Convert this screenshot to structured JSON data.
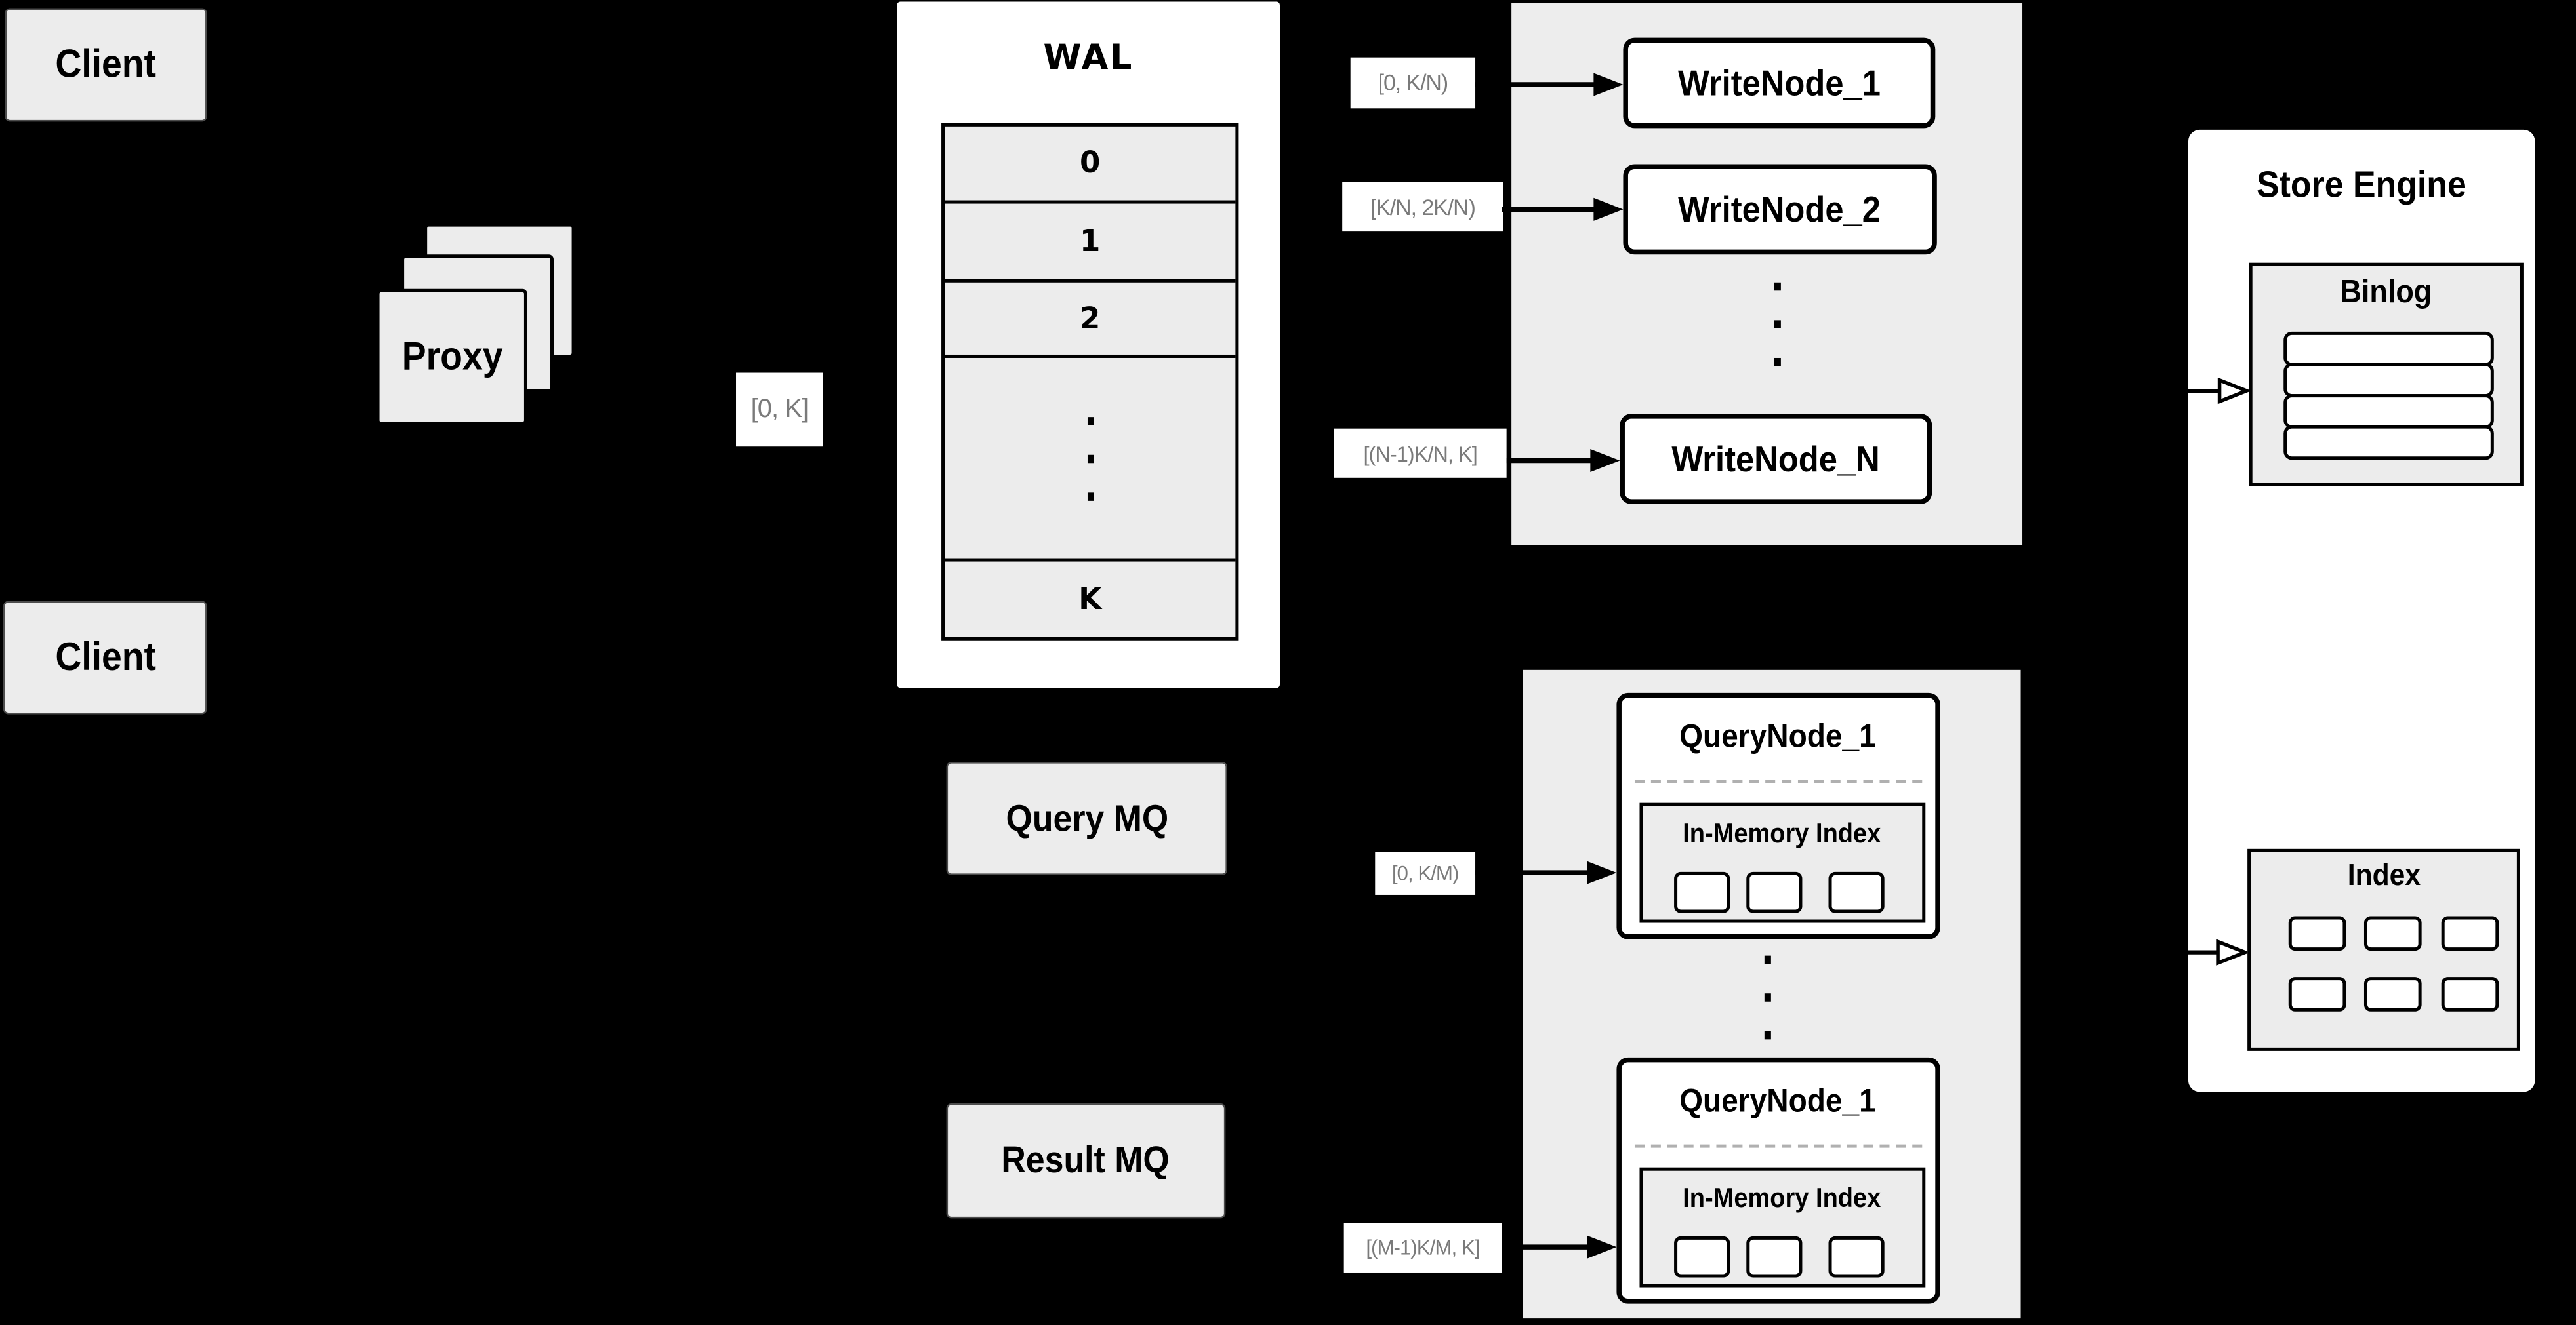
{
  "colors": {
    "background": "#000000",
    "box_fill": "#ececec",
    "panel_fill": "#ededed",
    "node_fill": "#ffffff",
    "outline": "#000000",
    "label_text": "#7a7a7a"
  },
  "client_top": {
    "label": "Client"
  },
  "client_bottom": {
    "label": "Client"
  },
  "proxy": {
    "label": "Proxy"
  },
  "flow_labels": {
    "proxy_out": "[0, K]",
    "write_1": "[0, K/N)",
    "write_2": "[K/N, 2K/N)",
    "write_n": "[(N-1)K/N, K]",
    "query_1": "[0, K/M)",
    "query_m": "[(M-1)K/M, K]"
  },
  "wal": {
    "title": "WAL",
    "rows": [
      "0",
      "1",
      "2"
    ],
    "last_row": "K"
  },
  "write_group": {
    "nodes": [
      "WriteNode_1",
      "WriteNode_2",
      "WriteNode_N"
    ]
  },
  "query_mq": {
    "label": "Query MQ"
  },
  "result_mq": {
    "label": "Result MQ"
  },
  "query_group": {
    "nodes": [
      {
        "title": "QueryNode_1",
        "memory_label": "In-Memory Index"
      },
      {
        "title": "QueryNode_1",
        "memory_label": "In-Memory Index"
      }
    ]
  },
  "store_engine": {
    "title": "Store Engine",
    "binlog_title": "Binlog",
    "index_title": "Index"
  }
}
